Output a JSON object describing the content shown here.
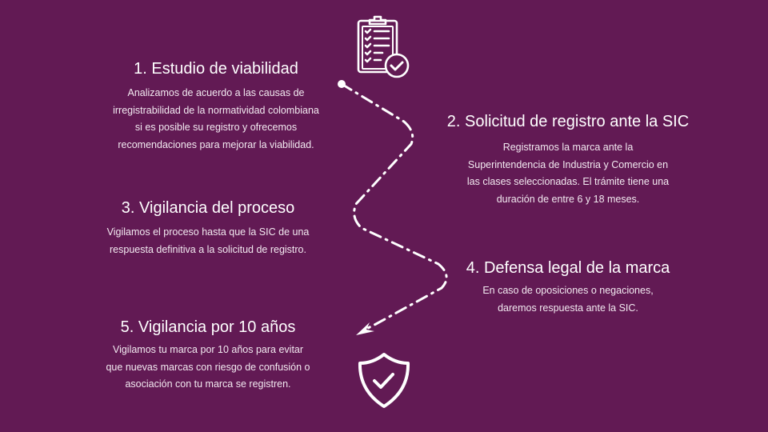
{
  "colors": {
    "background": "#621A54",
    "text": "#FFFFFF"
  },
  "icons": {
    "top": "clipboard-checklist-icon",
    "bottom": "shield-check-icon"
  },
  "steps": [
    {
      "title": "1. Estudio de viabilidad",
      "lines": [
        "Analizamos de acuerdo a las causas de",
        "irregistrabilidad de la normatividad colombiana",
        "si es posible su registro y ofrecemos",
        "recomendaciones para mejorar la viabilidad."
      ]
    },
    {
      "title": "2. Solicitud de registro ante la SIC",
      "lines": [
        "Registramos la marca ante la",
        "Superintendencia de Industria y Comercio en",
        "las clases seleccionadas. El trámite tiene una",
        "duración de entre 6 y 18 meses."
      ]
    },
    {
      "title": "3. Vigilancia del proceso",
      "lines": [
        "Vigilamos el proceso hasta que la SIC de una",
        "respuesta definitiva a la solicitud de registro."
      ]
    },
    {
      "title": "4. Defensa legal de la marca",
      "lines": [
        "En caso de oposiciones o negaciones,",
        "daremos respuesta ante la SIC."
      ]
    },
    {
      "title": "5. Vigilancia por 10 años",
      "lines": [
        "Vigilamos tu marca por 10 años para evitar",
        "que nuevas marcas con riesgo de confusión o",
        "asociación con tu marca se registren."
      ]
    }
  ]
}
